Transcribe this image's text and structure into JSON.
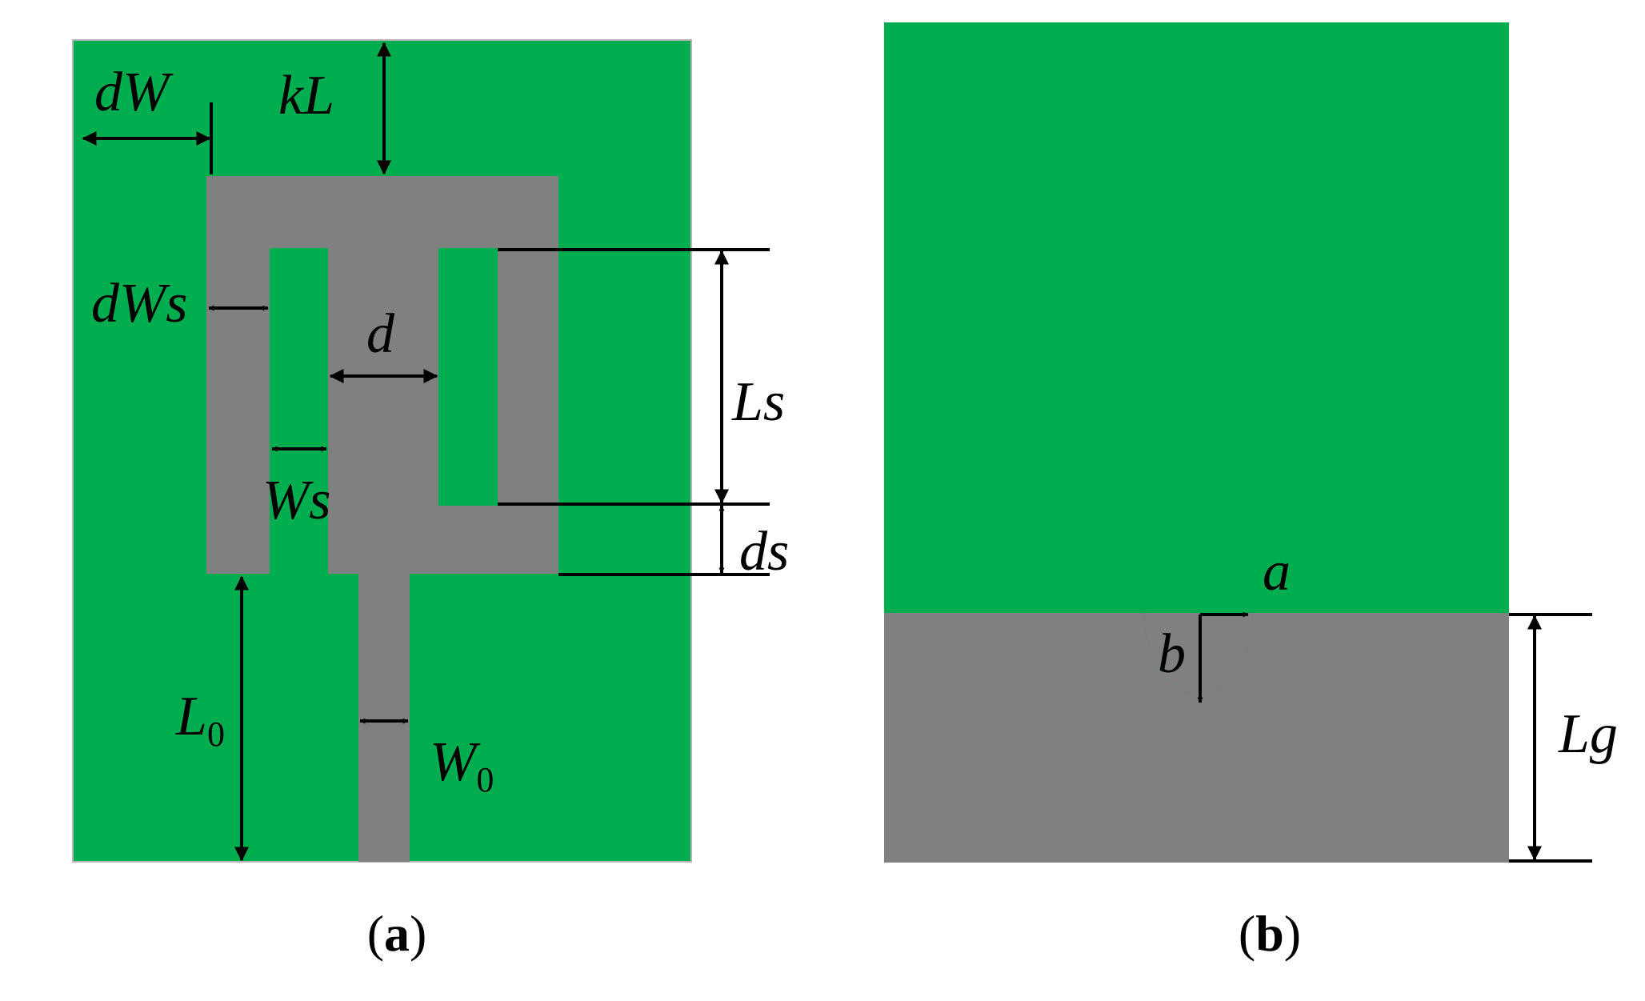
{
  "colors": {
    "substrate": "#00AE4F",
    "metal": "#808080",
    "ink": "#000000",
    "border": "#b5b5b5"
  },
  "panel_a": {
    "labels": {
      "dW": "dW",
      "kL": "kL",
      "dWs": "dWs",
      "d": "d",
      "Ls": "Ls",
      "Ws": "Ws",
      "ds": "ds",
      "L0_main": "L",
      "L0_sub": "0",
      "W0_main": "W",
      "W0_sub": "0"
    },
    "caption": {
      "open": "(",
      "letter": "a",
      "close": ")"
    }
  },
  "panel_b": {
    "labels": {
      "a": "a",
      "b": "b",
      "Lg": "Lg"
    },
    "caption": {
      "open": "(",
      "letter": "b",
      "close": ")"
    }
  }
}
